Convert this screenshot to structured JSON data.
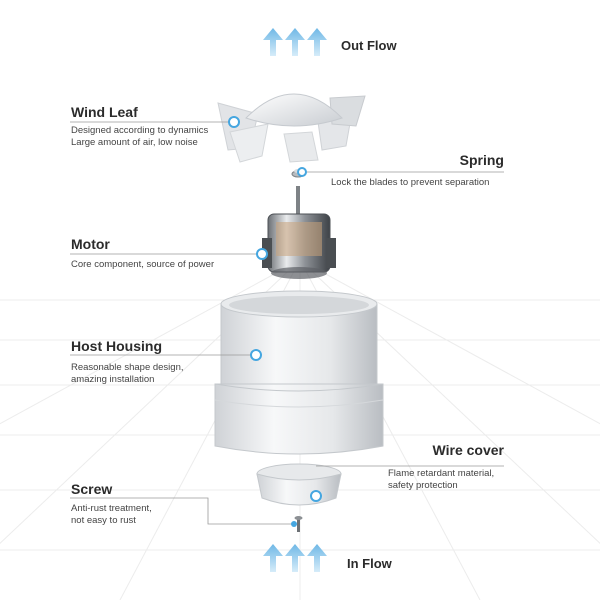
{
  "flow": {
    "out_label": "Out Flow",
    "in_label": "In Flow"
  },
  "parts": {
    "wind_leaf": {
      "title": "Wind Leaf",
      "lines": [
        "Designed according to dynamics",
        "Large amount of air, low noise"
      ]
    },
    "spring": {
      "title": "Spring",
      "lines": [
        "Lock the blades to prevent separation"
      ]
    },
    "motor": {
      "title": "Motor",
      "lines": [
        "Core component, source of power"
      ]
    },
    "host_housing": {
      "title": "Host Housing",
      "lines": [
        "Reasonable shape design,",
        "amazing installation"
      ]
    },
    "wire_cover": {
      "title": "Wire cover",
      "lines": [
        "Flame retardant material,",
        "safety protection"
      ]
    },
    "screw": {
      "title": "Screw",
      "lines": [
        "Anti-rust treatment,",
        "not easy to rust"
      ]
    }
  },
  "colors": {
    "arrow": "#8ec9ec",
    "dot": "#45a6e0",
    "leader": "#9a9a9a"
  }
}
